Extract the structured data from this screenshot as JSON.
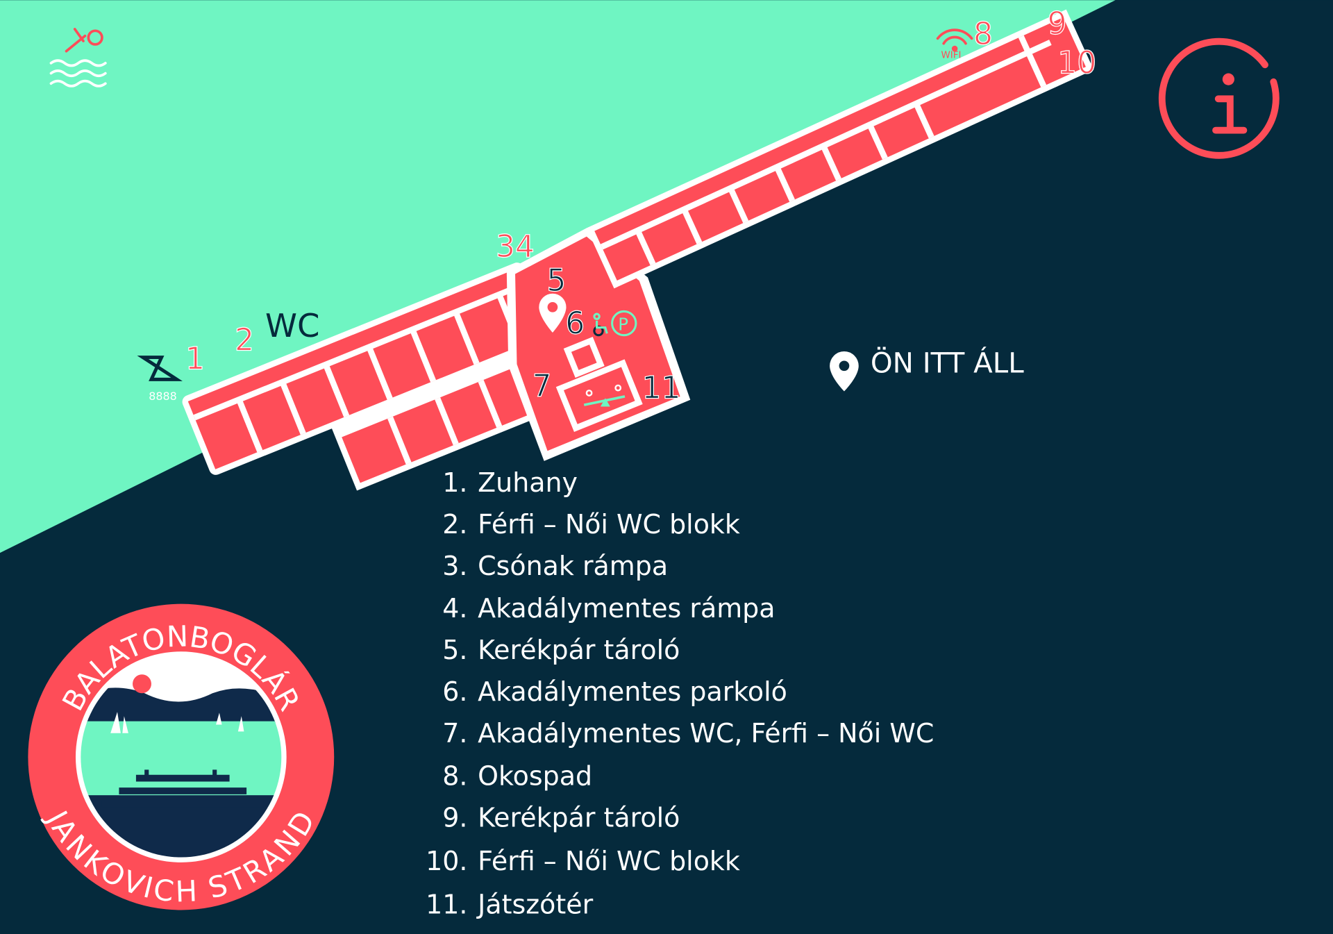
{
  "colors": {
    "water": "#6ff5c2",
    "land": "#052a3c",
    "building": "#fe4d58",
    "outline": "#ffffff"
  },
  "map_labels": {
    "n1": "1",
    "n2": "2",
    "wc": "WC",
    "n34": "34",
    "n5": "5",
    "n6": "6",
    "n7": "7",
    "n8": "8",
    "wifi": "WIFI",
    "n9": "9",
    "n10": "10",
    "n11": "11",
    "parking": "P"
  },
  "you_are_here": "ÖN ITT ÁLL",
  "legend": [
    {
      "num": "1.",
      "label": "Zuhany"
    },
    {
      "num": "2.",
      "label": "Férfi – Női WC blokk"
    },
    {
      "num": "3.",
      "label": "Csónak rámpa"
    },
    {
      "num": "4.",
      "label": "Akadálymentes rámpa"
    },
    {
      "num": "5.",
      "label": "Kerékpár tároló"
    },
    {
      "num": "6.",
      "label": "Akadálymentes parkoló"
    },
    {
      "num": "7.",
      "label": "Akadálymentes WC, Férfi – Női WC"
    },
    {
      "num": "8.",
      "label": "Okospad"
    },
    {
      "num": "9.",
      "label": "Kerékpár tároló"
    },
    {
      "num": "10.",
      "label": "Férfi – Női WC blokk"
    },
    {
      "num": "11.",
      "label": "Játszótér"
    }
  ],
  "logo": {
    "top": "BALATONBOGLÁR",
    "bottom": "JANKOVICH STRAND"
  },
  "icons": [
    "swimming-icon",
    "shower-icon",
    "wifi-icon",
    "info-icon",
    "location-pin-icon",
    "wheelchair-icon",
    "parking-icon",
    "playground-icon"
  ]
}
